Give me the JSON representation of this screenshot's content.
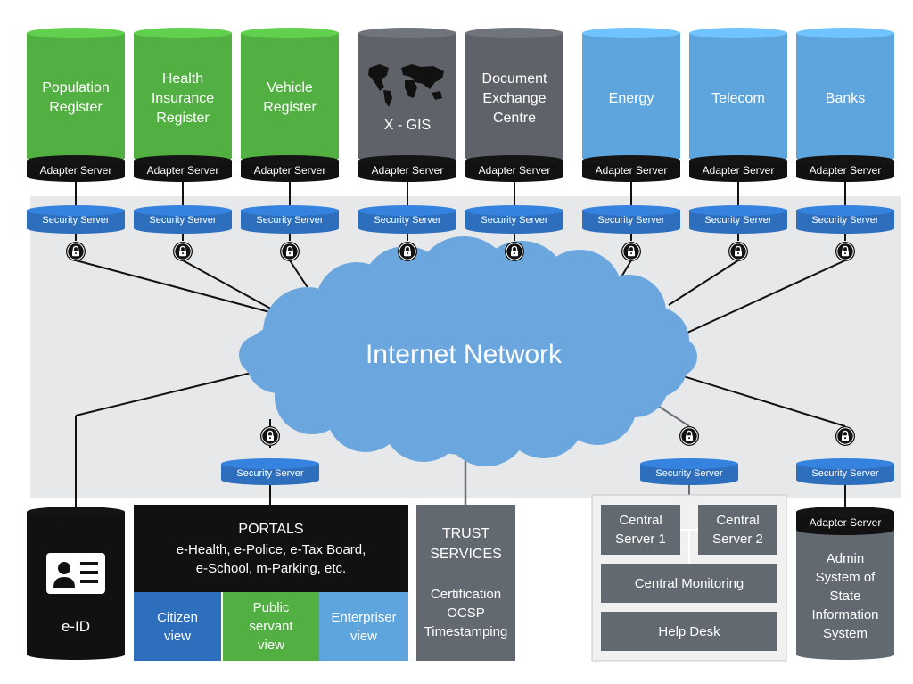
{
  "databases": [
    {
      "title": "Population\nRegister",
      "adapter": "Adapter Server",
      "security": "Security Server",
      "color": "#52b043"
    },
    {
      "title": "Health\nInsurance\nRegister",
      "adapter": "Adapter Server",
      "security": "Security Server",
      "color": "#52b043"
    },
    {
      "title": "Vehicle\nRegister",
      "adapter": "Adapter Server",
      "security": "Security Server",
      "color": "#52b043"
    },
    {
      "title": "X - GIS",
      "adapter": "Adapter Server",
      "security": "Security Server",
      "color": "#5f6369",
      "icon": "world-map-icon"
    },
    {
      "title": "Document\nExchange\nCentre",
      "adapter": "Adapter Server",
      "security": "Security Server",
      "color": "#5f6369"
    },
    {
      "title": "Energy",
      "adapter": "Adapter Server",
      "security": "Security Server",
      "color": "#5ea5dd"
    },
    {
      "title": "Telecom",
      "adapter": "Adapter Server",
      "security": "Security Server",
      "color": "#5ea5dd"
    },
    {
      "title": "Banks",
      "adapter": "Adapter Server",
      "security": "Security Server",
      "color": "#5ea5dd"
    }
  ],
  "network": {
    "label": "Internet Network",
    "color": "#6ba7de"
  },
  "bottom_security": {
    "portals": "Security Server",
    "monitoring": "Security Server",
    "admin": "Security Server"
  },
  "eid": {
    "label": "e-ID",
    "icon": "id-card-icon"
  },
  "portals": {
    "title": "PORTALS",
    "subtitle_line1": "e-Health, e-Police, e-Tax Board,",
    "subtitle_line2": "e-School, m-Parking, etc.",
    "views": [
      {
        "label": "Citizen\nview",
        "color": "#2e6fbd"
      },
      {
        "label": "Public\nservant\nview",
        "color": "#52b043"
      },
      {
        "label": "Enterpriser\nview",
        "color": "#5ea5dd"
      }
    ]
  },
  "trust": {
    "title": "TRUST\nSERVICES",
    "items": "Certification\nOCSP\nTimestamping"
  },
  "central": {
    "server1": "Central\nServer 1",
    "server2": "Central\nServer 2",
    "monitoring": "Central Monitoring",
    "helpdesk": "Help Desk"
  },
  "admin": {
    "adapter": "Adapter Server",
    "title": "Admin\nSystem of\nState\nInformation\nSystem"
  },
  "colors": {
    "panel": "#e7e8ea",
    "security": "#2e6fbd",
    "adapter": "#111111",
    "gray_box": "#636971",
    "black": "#111111"
  }
}
